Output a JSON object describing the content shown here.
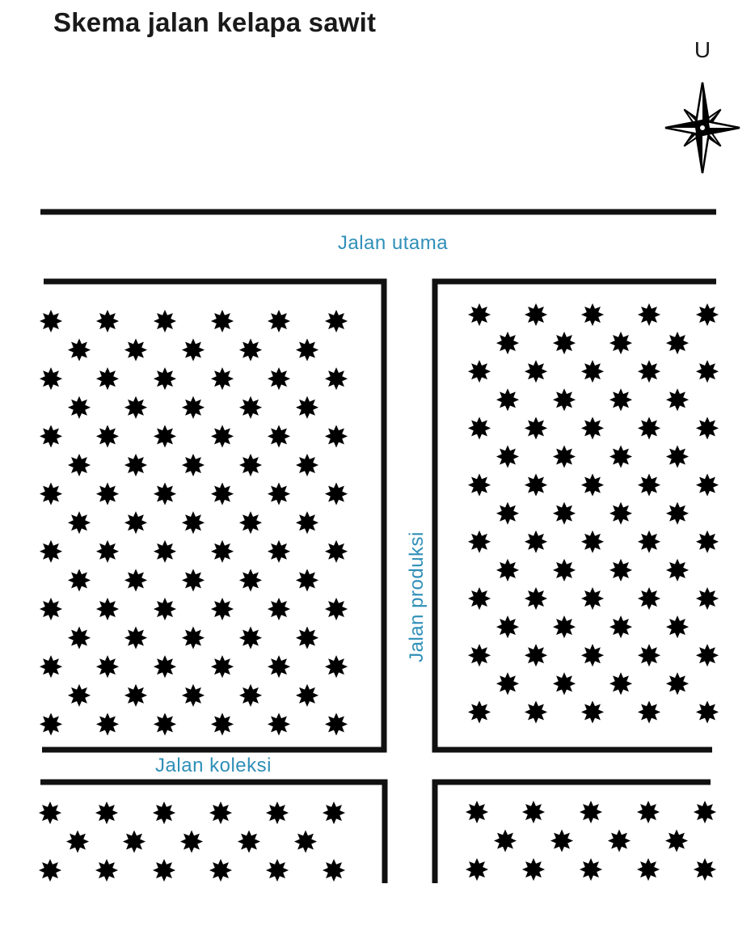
{
  "title": "Skema jalan kelapa sawit",
  "compass": {
    "north_letter": "U",
    "icon": "compass-rose-icon"
  },
  "roads": {
    "main": "Jalan utama",
    "production": "Jalan produksi",
    "collection": "Jalan koleksi"
  },
  "colors": {
    "road": "#111111",
    "label": "#2f8fb8",
    "palm": "#000000"
  },
  "blocks": [
    {
      "id": "northwest",
      "rows": 15,
      "wide_row_count": 6,
      "narrow_row_count": 5,
      "row_pattern": "staggered"
    },
    {
      "id": "northeast",
      "rows": 15,
      "wide_row_count": 5,
      "narrow_row_count": 4,
      "row_pattern": "staggered"
    },
    {
      "id": "southwest",
      "rows": 3,
      "wide_row_count": 6,
      "narrow_row_count": 5,
      "row_pattern": "staggered"
    },
    {
      "id": "southeast",
      "rows": 3,
      "wide_row_count": 5,
      "narrow_row_count": 4,
      "row_pattern": "staggered"
    }
  ],
  "palm_icon": "palm-tree-star-icon"
}
